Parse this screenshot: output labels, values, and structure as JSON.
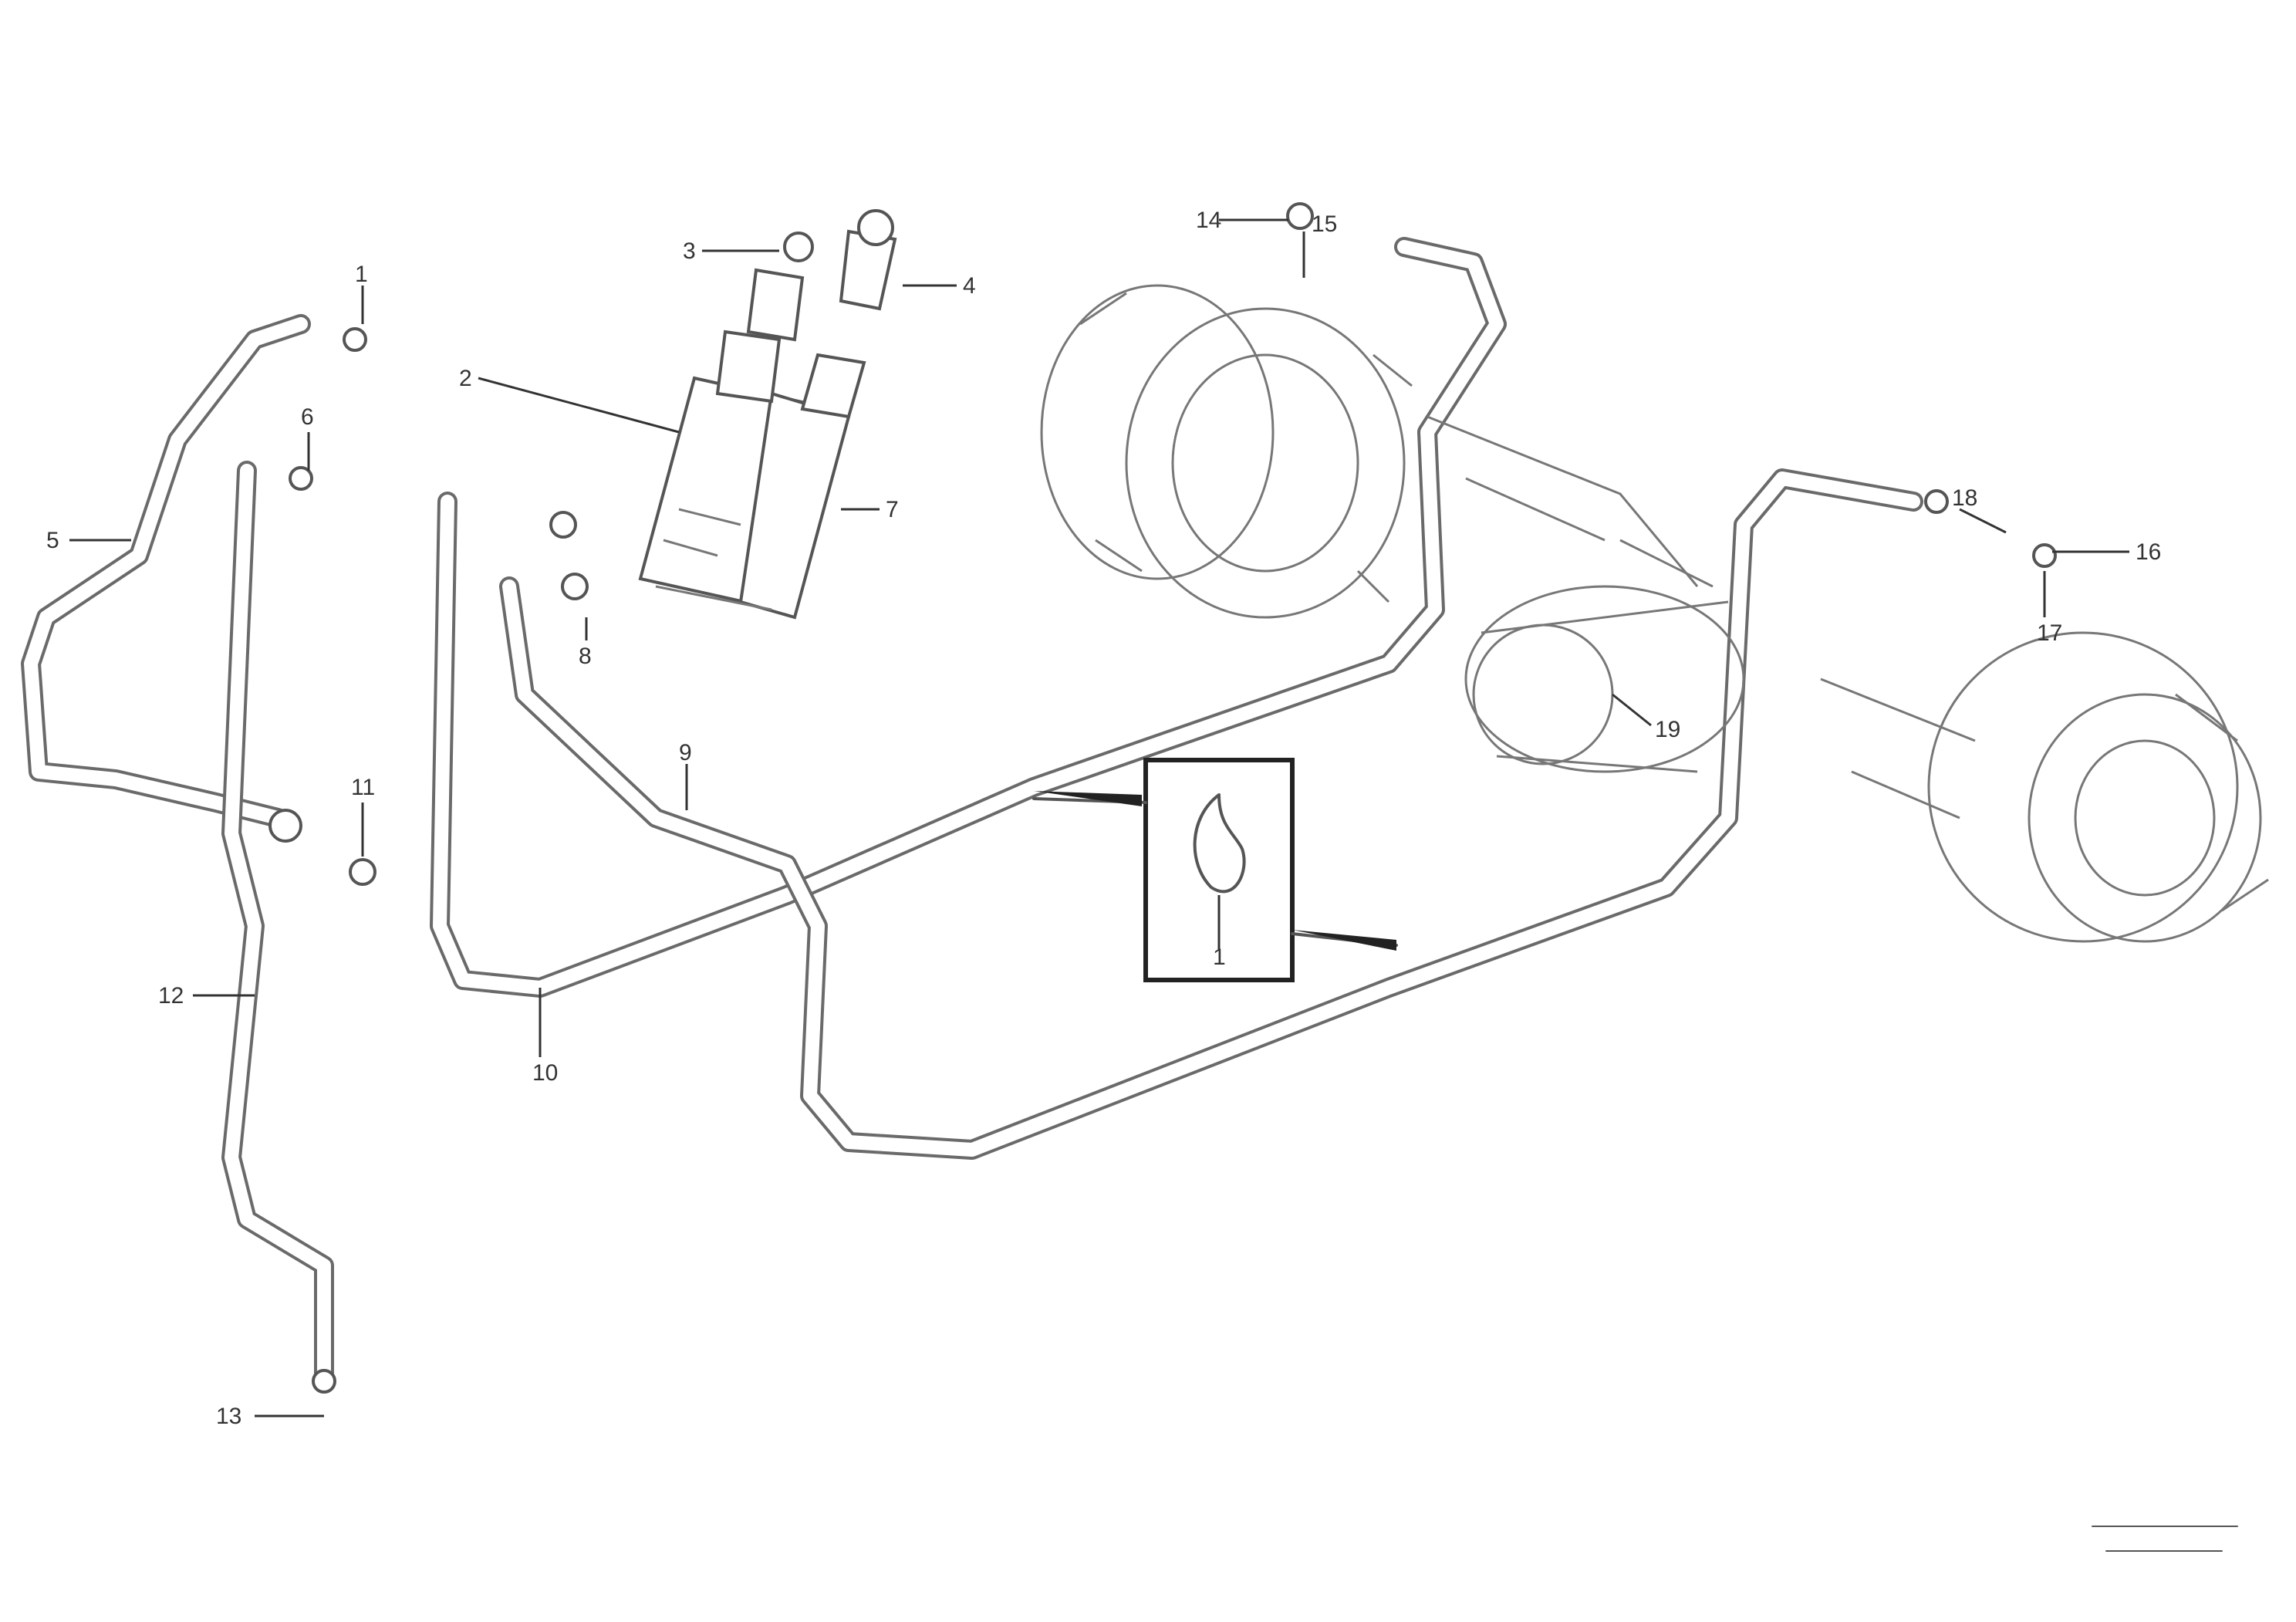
{
  "callouts": [
    {
      "id": "c1",
      "label": "1"
    },
    {
      "id": "c2",
      "label": "2"
    },
    {
      "id": "c3",
      "label": "3"
    },
    {
      "id": "c4",
      "label": "4"
    },
    {
      "id": "c5",
      "label": "5"
    },
    {
      "id": "c6",
      "label": "6"
    },
    {
      "id": "c7",
      "label": "7"
    },
    {
      "id": "c8",
      "label": "8"
    },
    {
      "id": "c9",
      "label": "9"
    },
    {
      "id": "c10",
      "label": "10"
    },
    {
      "id": "c11",
      "label": "11"
    },
    {
      "id": "c12",
      "label": "12"
    },
    {
      "id": "c13",
      "label": "13"
    },
    {
      "id": "c14",
      "label": "14"
    },
    {
      "id": "c15",
      "label": "15"
    },
    {
      "id": "c16",
      "label": "16"
    },
    {
      "id": "c17",
      "label": "17"
    },
    {
      "id": "c18",
      "label": "18"
    },
    {
      "id": "c19",
      "label": "19"
    }
  ],
  "inset": {
    "label": "1"
  },
  "stamp": {
    "line1": "",
    "line2": "",
    "code": ""
  }
}
